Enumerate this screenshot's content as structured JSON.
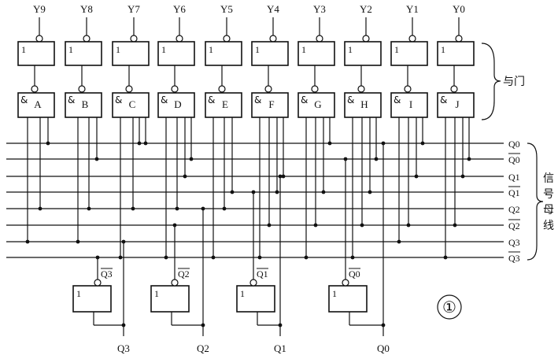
{
  "outputs": [
    "Y9",
    "Y8",
    "Y7",
    "Y6",
    "Y5",
    "Y4",
    "Y3",
    "Y2",
    "Y1",
    "Y0"
  ],
  "or_gate_label": "1",
  "and_gate_symbol": "&",
  "and_gates": [
    "A",
    "B",
    "C",
    "D",
    "E",
    "F",
    "G",
    "H",
    "I",
    "J"
  ],
  "and_group_label": "与门",
  "bus_lines": [
    {
      "label": "Q0",
      "bar": false
    },
    {
      "label": "Q0",
      "bar": true
    },
    {
      "label": "Q1",
      "bar": false
    },
    {
      "label": "Q1",
      "bar": true
    },
    {
      "label": "Q2",
      "bar": false
    },
    {
      "label": "Q2",
      "bar": true
    },
    {
      "label": "Q3",
      "bar": false
    },
    {
      "label": "Q3",
      "bar": true
    }
  ],
  "bus_label_chars": [
    "信",
    "号",
    "母",
    "线"
  ],
  "inverters": [
    {
      "output_label": "Q3",
      "output_bar": true,
      "input_label": "Q3"
    },
    {
      "output_label": "Q2",
      "output_bar": true,
      "input_label": "Q2"
    },
    {
      "output_label": "Q1",
      "output_bar": true,
      "input_label": "Q1"
    },
    {
      "output_label": "Q0",
      "output_bar": true,
      "input_label": "Q0"
    }
  ],
  "inverter_gate_label": "1",
  "figure_number": "①"
}
